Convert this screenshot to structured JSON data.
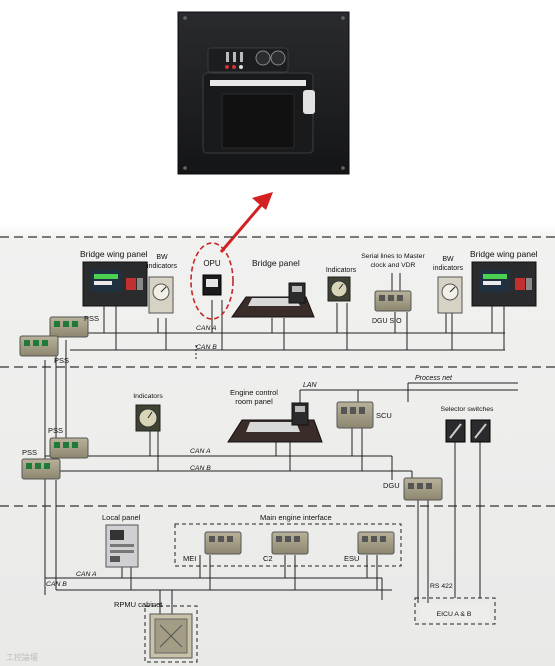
{
  "labels": {
    "bridge_wing_panel_left": "Bridge wing panel",
    "bw_indicators_left_1": "BW",
    "bw_indicators_left_2": "indicators",
    "opu": "OPU",
    "bridge_panel": "Bridge panel",
    "indicators_top": "Indicators",
    "serial_lines_1": "Serial lines to Master",
    "serial_lines_2": "clock and VDR",
    "bw_indicators_right_1": "BW",
    "bw_indicators_right_2": "indicators",
    "bridge_wing_panel_right": "Bridge wing panel",
    "dgu_sio": "DGU SIO",
    "pss_top": "PSS",
    "can_a_top": "CAN A",
    "can_b_top": "CAN B",
    "lan": "LAN",
    "process_net": "Process net",
    "indicators_mid": "Indicators",
    "ecr_panel_1": "Engine control",
    "ecr_panel_2": "room panel",
    "scu": "SCU",
    "selector_switches": "Selector switches",
    "pss_mid_1": "PSS",
    "pss_mid_2": "PSS",
    "can_a_mid": "CAN A",
    "can_b_mid": "CAN B",
    "dgu": "DGU",
    "local_panel": "Local panel",
    "main_engine_interface": "Main engine interface",
    "mei": "MEI",
    "c2": "C2",
    "esu": "ESU",
    "can_a_bottom": "CAN A",
    "can_b_bottom": "CAN B",
    "rs422": "RS 422",
    "eicu": "EICU A & B",
    "rpmu_cabinet": "RPMU cabinet",
    "watermark": "工控論壇"
  },
  "colors": {
    "arrow": "#d42020",
    "opu_ring": "#c62828"
  }
}
